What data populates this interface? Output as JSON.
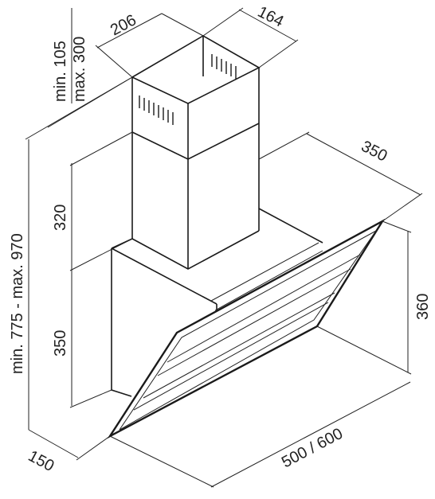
{
  "dimensions": {
    "width_top": "206",
    "depth_top": "164",
    "chimney_range_line1": "min. 105",
    "chimney_range_line2": "max. 300",
    "depth_overall": "350",
    "upper_chimney": "320",
    "total_height": "min. 775 - max. 970",
    "lower_body": "350",
    "glass_height": "360",
    "depth_bottom": "150",
    "width_bottom": "500 / 600"
  },
  "colors": {
    "line": "#1a1a1a",
    "background": "#ffffff"
  }
}
